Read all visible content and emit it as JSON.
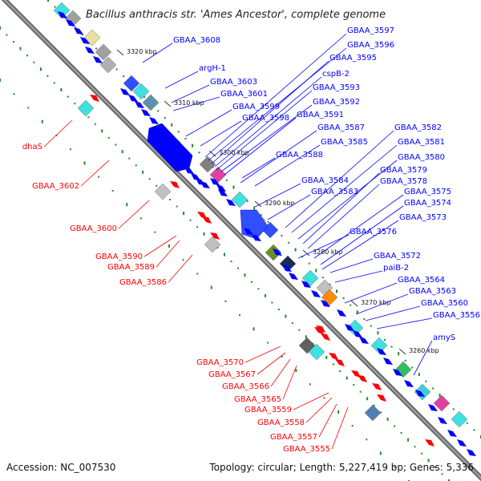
{
  "title": "Bacillus anthracis str. 'Ames Ancestor', complete genome",
  "footer": {
    "accession": "Accession: NC_007530",
    "summary": "Topology: circular; Length: 5,227,419 bp; Genes: 5,336"
  },
  "colors": {
    "forward": "#0000ff",
    "reverse": "#ff0000",
    "backbone": "#808080",
    "gc": "#228b22"
  },
  "scale_ticks": [
    "3320 kbp",
    "3310 kbp",
    "3300 kbp",
    "3290 kbp",
    "3280 kbp",
    "3270 kbp",
    "3260 kbp"
  ],
  "forward_labels": [
    "GBAA_3608",
    "argH-1",
    "GBAA_3603",
    "GBAA_3601",
    "GBAA_3599",
    "GBAA_3598",
    "GBAA_3597",
    "GBAA_3596",
    "GBAA_3595",
    "cspB-2",
    "GBAA_3593",
    "GBAA_3592",
    "GBAA_3591",
    "GBAA_3587",
    "GBAA_3585",
    "GBAA_3588",
    "GBAA_3584",
    "GBAA_3583",
    "GBAA_3582",
    "GBAA_3581",
    "GBAA_3580",
    "GBAA_3579",
    "GBAA_3578",
    "GBAA_3575",
    "GBAA_3574",
    "GBAA_3573",
    "GBAA_3576",
    "GBAA_3572",
    "paiB-2",
    "GBAA_3564",
    "GBAA_3563",
    "GBAA_3560",
    "GBAA_3556",
    "amyS"
  ],
  "reverse_labels": [
    "dhaS",
    "GBAA_3602",
    "GBAA_3600",
    "GBAA_3590",
    "GBAA_3589",
    "GBAA_3586",
    "GBAA_3570",
    "GBAA_3567",
    "GBAA_3566",
    "GBAA_3565",
    "GBAA_3559",
    "GBAA_3558",
    "GBAA_3557",
    "GBAA_3555"
  ]
}
